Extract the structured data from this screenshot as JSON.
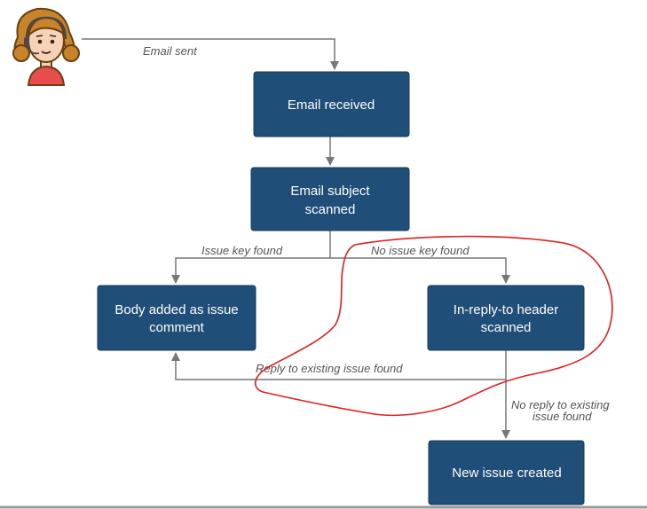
{
  "actor": {
    "icon": "person-icon"
  },
  "nodes": {
    "email_received": {
      "label": "Email received"
    },
    "subject_scanned": {
      "line1": "Email subject",
      "line2": "scanned"
    },
    "body_added": {
      "line1": "Body added as issue",
      "line2": "comment"
    },
    "header_scanned": {
      "line1": "In-reply-to header",
      "line2": "scanned"
    },
    "new_issue": {
      "label": "New issue created"
    }
  },
  "edges": {
    "email_sent": "Email sent",
    "issue_key_found": "Issue key found",
    "no_issue_key_found": "No issue key found",
    "reply_found": "Reply to existing issue found",
    "no_reply_line1": "No reply to existing",
    "no_reply_line2": "issue found"
  },
  "colors": {
    "node_fill": "#1f4e79",
    "connector": "#777777",
    "annotation": "#e02020"
  }
}
